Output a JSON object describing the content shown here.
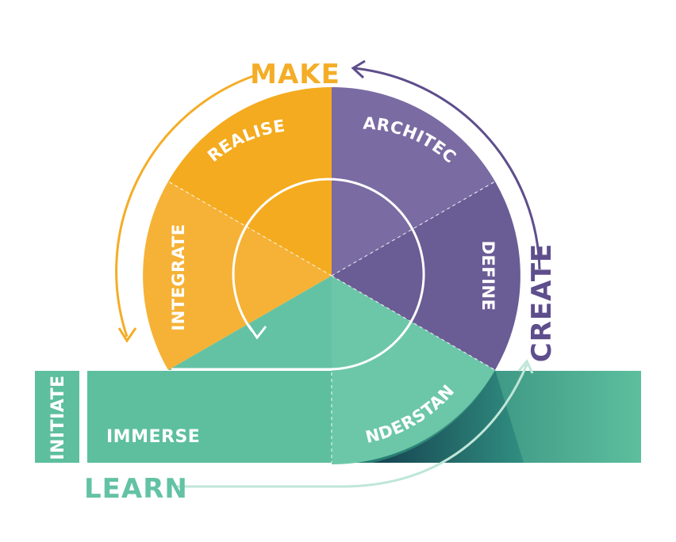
{
  "segments": {
    "realise": "REALISE",
    "architect": "ARCHITECT",
    "integrate": "INTEGRATE",
    "define": "DEFINE",
    "understand": "UNDERSTAND"
  },
  "phases": {
    "make": "MAKE",
    "create": "CREATE",
    "learn": "LEARN"
  },
  "bar": {
    "initiate": "INITIATE",
    "immerse": "IMMERSE"
  },
  "colors": {
    "make": "#F4AD26",
    "realise": "#F4AB1F",
    "integrate": "#F6B236",
    "architect": "#7A6BA3",
    "define": "#6A5C95",
    "create": "#5E4E8C",
    "learn": "#63C2A4",
    "bar": "#5DBF9E"
  }
}
